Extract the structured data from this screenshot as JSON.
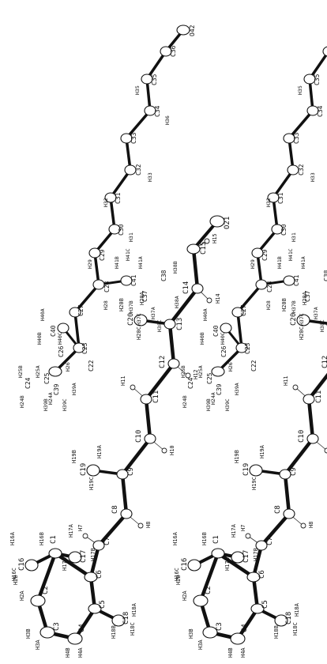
{
  "figure": {
    "description_labels_visible": true,
    "colors": {
      "ink": "#111111",
      "paper": "#ffffff"
    }
  },
  "panels": [
    {
      "id": "left-main",
      "atoms": [
        "C1",
        "C2",
        "C3",
        "C4",
        "C5",
        "C6",
        "C7",
        "C8",
        "C9",
        "C10",
        "C11",
        "C12",
        "C13",
        "C14",
        "C15",
        "C16",
        "C17",
        "C18",
        "C19",
        "C20",
        "O21"
      ],
      "hydrogens": [
        "H2A",
        "H2B",
        "H3A",
        "H3B",
        "H4A",
        "H4B",
        "H7",
        "H8",
        "H10",
        "H11",
        "H12",
        "H14",
        "H15",
        "H16A",
        "H16B",
        "H16C",
        "H17A",
        "H17B",
        "H17C",
        "H18A",
        "H18B",
        "H18C",
        "H19A",
        "H19B",
        "H19C",
        "H20A",
        "H20B",
        "H20C"
      ]
    },
    {
      "id": "left-side",
      "atoms": [
        "C22",
        "C23",
        "C24",
        "C25",
        "C26",
        "C27",
        "C28",
        "C29",
        "C30",
        "C31",
        "C32",
        "C33",
        "C34",
        "C35",
        "C36",
        "C37",
        "C38",
        "C39",
        "C40",
        "C41",
        "O42"
      ],
      "hydrogens": [
        "H24A",
        "H24B",
        "H25A",
        "H25B",
        "H26",
        "H28",
        "H29",
        "H31",
        "H32",
        "H33",
        "H35",
        "H36",
        "H37A",
        "H37B",
        "H37C",
        "H38A",
        "H38B",
        "H38C",
        "H39A",
        "H39B",
        "H39C",
        "H40A",
        "H40B",
        "H40C",
        "H41A",
        "H41B",
        "H41C"
      ]
    }
  ],
  "labels": {
    "L_C1": "C1",
    "L_C2": "C2",
    "L_C3": "C3",
    "L_C4": "C4",
    "L_C5": "C5",
    "L_C6": "C6",
    "L_C7": "C7",
    "L_C8": "C8",
    "L_C9": "C9",
    "L_C10": "C10",
    "L_C11": "C11",
    "L_C12": "C12",
    "L_C13": "C13",
    "L_C14": "C14",
    "L_C15": "C15",
    "L_C16": "C16",
    "L_C17": "C17",
    "L_C18": "C18",
    "L_C19": "C19",
    "L_C20": "C20",
    "L_O21": "O21",
    "L_H2A": "H2A",
    "L_H2B": "H2B",
    "L_H3A": "H3A",
    "L_H3B": "H3B",
    "L_H4A": "H4A",
    "L_H4B": "H4B",
    "L_H7": "H7",
    "L_H8": "H8",
    "L_H10": "H10",
    "L_H11": "H11",
    "L_H12": "H12",
    "L_H14": "H14",
    "L_H15": "H15",
    "L_H16A": "H16A",
    "L_H16B": "H16B",
    "L_H16C": "H16C",
    "L_H17A": "H17A",
    "L_H17B": "H17B",
    "L_H17C": "H17C",
    "L_H18A": "H18A",
    "L_H18B": "H18B",
    "L_H18C": "H18C",
    "L_H19A": "H19A",
    "L_H19B": "H19B",
    "L_H19C": "H19C",
    "L_H20A": "H20A",
    "L_H20B": "H20B",
    "L_H20C": "H20C",
    "S_C22": "C22",
    "S_C23": "C23",
    "S_C24": "C24",
    "S_C25": "C25",
    "S_C26": "C26",
    "S_C27": "C27",
    "S_C28": "C28",
    "S_C29": "C29",
    "S_C30": "C30",
    "S_C31": "C31",
    "S_C32": "C32",
    "S_C33": "C33",
    "S_C34": "C34",
    "S_C35": "C35",
    "S_C36": "C36",
    "S_C37": "C37",
    "S_C38": "C38",
    "S_C39": "C39",
    "S_C40": "C40",
    "S_C41": "C41",
    "S_O42": "O42",
    "S_H24A": "H24A",
    "S_H24B": "H24B",
    "S_H25A": "H25A",
    "S_H25B": "H25B",
    "S_H26": "H26",
    "S_H28": "H28",
    "S_H29": "H29",
    "S_H31": "H31",
    "S_H32": "H32",
    "S_H33": "H33",
    "S_H35": "H35",
    "S_H36": "H36",
    "S_H37A": "H37A",
    "S_H37B": "H37B",
    "S_H37C": "H37C",
    "S_H38A": "H38A",
    "S_H38B": "H38B",
    "S_H38C": "H38C",
    "S_H39A": "H39A",
    "S_H39B": "H39B",
    "S_H39C": "H39C",
    "S_H40A": "H40A",
    "S_H40B": "H40B",
    "S_H40C": "H40C",
    "S_H41A": "H41A",
    "S_H41B": "H41B",
    "S_H41C": "H41C"
  }
}
